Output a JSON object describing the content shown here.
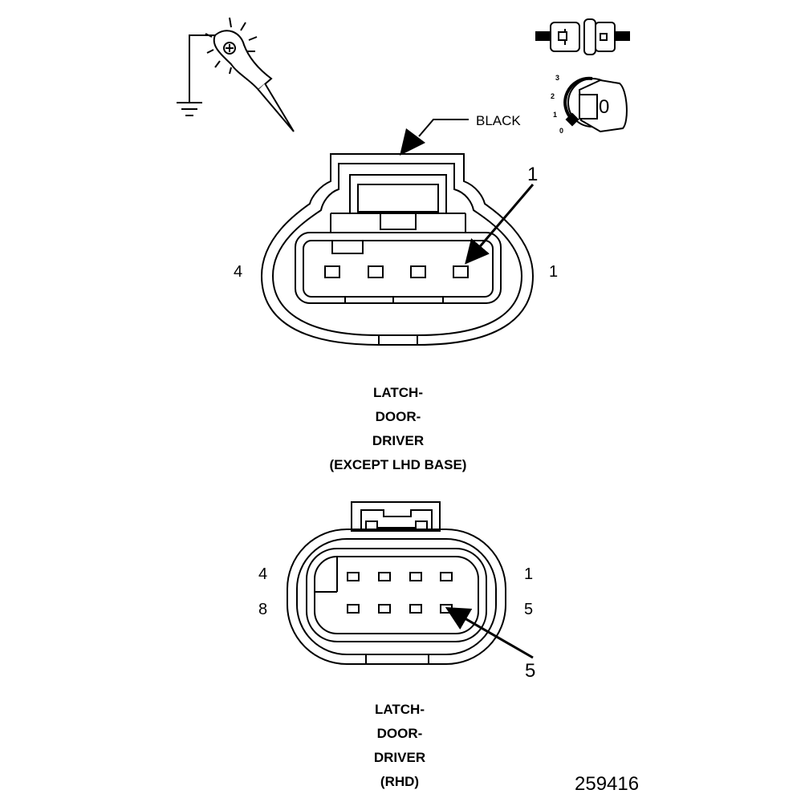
{
  "connector_top": {
    "wire_color_label": "BLACK",
    "callout": "1",
    "left_end_label": "4",
    "right_end_label": "1",
    "caption": [
      "LATCH-",
      "DOOR-",
      "DRIVER",
      "(EXCEPT LHD BASE)"
    ]
  },
  "connector_bottom": {
    "callout": "5",
    "left_labels": [
      "4",
      "8"
    ],
    "right_labels": [
      "1",
      "5"
    ],
    "caption": [
      "LATCH-",
      "DOOR-",
      "DRIVER",
      "(RHD)"
    ]
  },
  "ignition_key": {
    "positions": [
      "3",
      "2",
      "1",
      "0"
    ],
    "key_face": "0"
  },
  "figure_number": "259416",
  "icons": [
    "test-light-probe-icon",
    "ground-symbol-icon",
    "disconnected-connector-icon",
    "ignition-key-off-icon"
  ]
}
